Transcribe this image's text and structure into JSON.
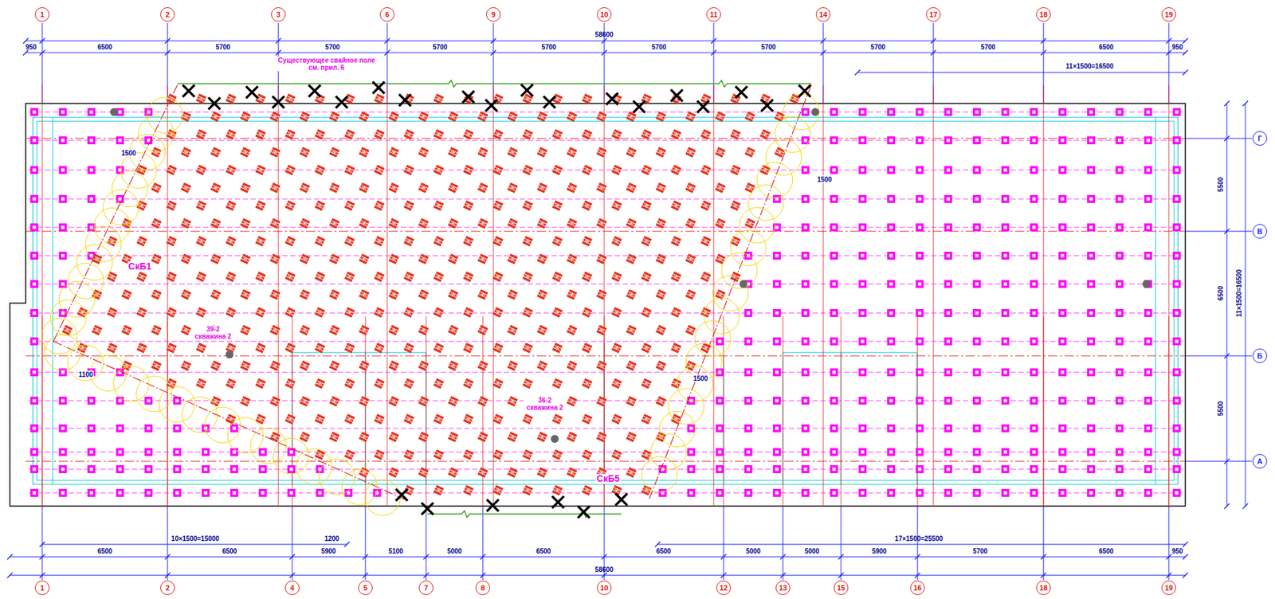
{
  "diagram": {
    "nodes": [
      {
        "text": [
          "1"
        ]
      },
      {
        "text": [
          "2"
        ]
      },
      {
        "text": [
          "3"
        ]
      },
      {
        "text": [
          "6"
        ]
      },
      {
        "text": [
          "9"
        ]
      },
      {
        "text": [
          "10"
        ]
      },
      {
        "text": [
          "11"
        ]
      },
      {
        "text": [
          "14"
        ]
      },
      {
        "text": [
          "17"
        ]
      },
      {
        "text": [
          "18"
        ]
      },
      {
        "text": [
          "19"
        ]
      },
      {
        "text": [
          "1"
        ]
      },
      {
        "text": [
          "2"
        ]
      },
      {
        "text": [
          "4"
        ]
      },
      {
        "text": [
          "5"
        ]
      },
      {
        "text": [
          "7"
        ]
      },
      {
        "text": [
          "8"
        ]
      },
      {
        "text": [
          "10"
        ]
      },
      {
        "text": [
          "12"
        ]
      },
      {
        "text": [
          "13"
        ]
      },
      {
        "text": [
          "15"
        ]
      },
      {
        "text": [
          "16"
        ]
      },
      {
        "text": [
          "18"
        ]
      },
      {
        "text": [
          "19"
        ]
      },
      {
        "text": [
          "Г"
        ]
      },
      {
        "text": [
          "В"
        ]
      },
      {
        "text": [
          "Б"
        ]
      },
      {
        "text": [
          "А"
        ]
      }
    ],
    "labels": [
      "58600",
      "950",
      "6500",
      "5700",
      "5700",
      "5700",
      "5700",
      "5700",
      "5700",
      "5700",
      "5700",
      "6500",
      "950",
      "11×1500=16500",
      "Существующее свайное поле см. прил. 6",
      "СкБ1",
      "39-2 скважина 2",
      "36-2 скважина 2",
      "СкБ5",
      "10×1500=15000",
      "17×1500=25500",
      "6500",
      "6500",
      "5900",
      "5100",
      "5000",
      "6500",
      "6500",
      "5000",
      "5000",
      "5900",
      "5700",
      "6500",
      "950",
      "58600",
      "5500",
      "6500",
      "5500",
      "11×1500=16500",
      "1500",
      "1500",
      "1100",
      "1500",
      "1200"
    ]
  }
}
